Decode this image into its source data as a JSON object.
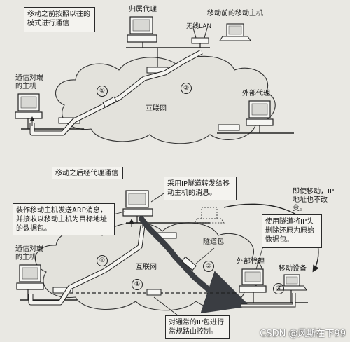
{
  "top": {
    "note": "移动之前按照以往的模式进行通信",
    "home_agent": "归属代理",
    "mobile_before": "移动前的移动主机",
    "wireless_lan": "无线LAN",
    "correspondent": "通信对端的主机",
    "internet": "互联网",
    "foreign_agent": "外部代理",
    "path1": "①",
    "path2": "②"
  },
  "bottom": {
    "section_title": "移动之后经代理通信",
    "ip_tunnel_note": "采用IP隧道转发给移动主机的消息。",
    "arp_note": "装作移动主机发送ARP消息，并接收以移动主机为目标地址的数据包。",
    "ip_unchanged_note": "即使移动，IP地址也不改变。",
    "tunnel_packet": "隧道包",
    "restore_note": "使用隧道将IP头删除还原为原始数据包。",
    "correspondent": "通信对端的主机",
    "internet": "互联网",
    "foreign_agent": "外部代理",
    "mobile_device": "移动设备",
    "routing_note": "对通常的IP包进行常规路由控制。",
    "path1": "①",
    "path2": "②",
    "path3": "③",
    "path4": "④"
  },
  "watermark": "CSDN @风斯在下99",
  "colors": {
    "background": "#e9e8e3",
    "ink": "#1a1a1a",
    "tunnel": "#3a3d42",
    "cloud": "#e3e2dc"
  }
}
